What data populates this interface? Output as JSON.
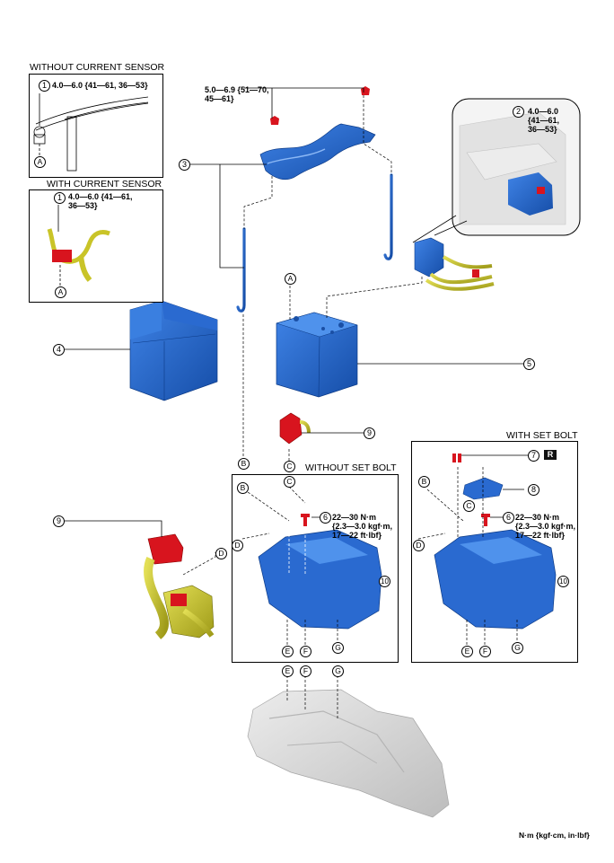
{
  "panels": {
    "without_current_sensor": "WITHOUT CURRENT SENSOR",
    "with_current_sensor": "WITH CURRENT SENSOR",
    "without_set_bolt": "WITHOUT SET BOLT",
    "with_set_bolt": "WITH SET BOLT"
  },
  "callouts": {
    "n1": "1",
    "n2": "2",
    "n3": "3",
    "n4": "4",
    "n5": "5",
    "n6": "6",
    "n7": "7",
    "n8": "8",
    "n9": "9",
    "n10": "10"
  },
  "letters": {
    "A": "A",
    "B": "B",
    "C": "C",
    "D": "D",
    "E": "E",
    "F": "F",
    "G": "G"
  },
  "torques": {
    "t1": "4.0—6.0 {41—61, 36—53}",
    "t1b": "4.0—6.0 {41—61,\n36—53}",
    "t2": "4.0—6.0\n{41—61,\n36—53}",
    "t_hold": "5.0—6.9 {51—70,\n45—61}",
    "t6": "22—30 N·m\n{2.3—3.0 kgf·m,\n17—22 ft·lbf}"
  },
  "badge": "R",
  "units_note": "N·m {kgf·cm, in·lbf}",
  "colors": {
    "part_blue": "#1f5fc8",
    "part_red": "#d8141e",
    "cable_yellow": "#c9c428",
    "body_gray": "#d2d2d2"
  }
}
